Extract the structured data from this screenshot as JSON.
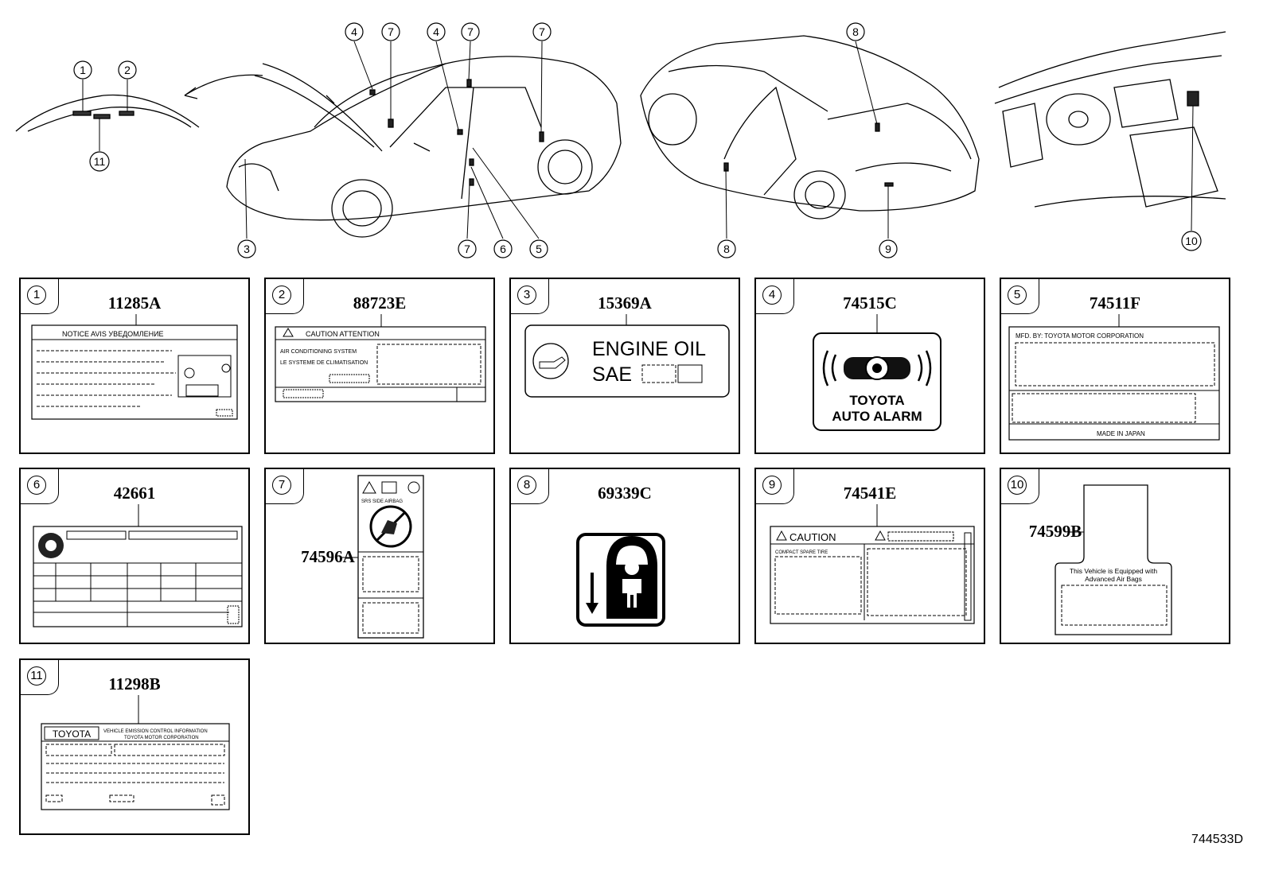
{
  "callouts": {
    "c1": "1",
    "c2": "2",
    "c3": "3",
    "c4a": "4",
    "c4b": "4",
    "c5": "5",
    "c6": "6",
    "c7a": "7",
    "c7b": "7",
    "c7c": "7",
    "c7d": "7",
    "c8a": "8",
    "c8b": "8",
    "c9": "9",
    "c10": "10",
    "c11": "11"
  },
  "panels": [
    {
      "index": "1",
      "part": "11285A"
    },
    {
      "index": "2",
      "part": "88723E"
    },
    {
      "index": "3",
      "part": "15369A"
    },
    {
      "index": "4",
      "part": "74515C"
    },
    {
      "index": "5",
      "part": "74511F"
    },
    {
      "index": "6",
      "part": "42661"
    },
    {
      "index": "7",
      "part": "74596A"
    },
    {
      "index": "8",
      "part": "69339C"
    },
    {
      "index": "9",
      "part": "74541E"
    },
    {
      "index": "10",
      "part": "74599B"
    },
    {
      "index": "11",
      "part": "11298B"
    }
  ],
  "labels": {
    "l1_header": "NOTICE  AVIS  УВЕДОМЛЕНИЕ",
    "l2_header": "CAUTION   ATTENTION",
    "l2_line1": "AIR CONDITIONING SYSTEM",
    "l2_line2": "LE SYSTEME DE CLIMATISATION",
    "l3_line1": "ENGINE  OIL",
    "l3_line2": "SAE",
    "l4_line1": "TOYOTA",
    "l4_line2": "AUTO ALARM",
    "l5_header": "MFD. BY: TOYOTA MOTOR CORPORATION",
    "l5_footer": "MADE IN JAPAN",
    "l7_text": "SRS  SIDE  AIRBAG",
    "l9_header": "CAUTION",
    "l9_sub": "COMPACT SPARE TIRE",
    "l10_line1": "This Vehicle is Equipped with",
    "l10_line2": "Advanced Air Bags",
    "l11_brand": "TOYOTA",
    "l11_header": "VEHICLE EMISSION CONTROL INFORMATION",
    "l11_sub": "TOYOTA MOTOR CORPORATION"
  },
  "reference": "744533D"
}
